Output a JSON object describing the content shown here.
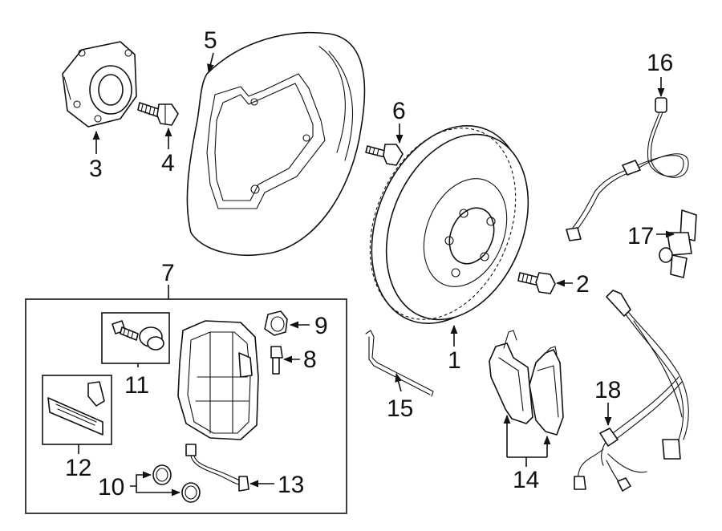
{
  "callouts": {
    "p1": "1",
    "p2": "2",
    "p3": "3",
    "p4": "4",
    "p5": "5",
    "p6": "6",
    "p7": "7",
    "p8": "8",
    "p9": "9",
    "p10": "10",
    "p11": "11",
    "p12": "12",
    "p13": "13",
    "p14": "14",
    "p15": "15",
    "p16": "16",
    "p17": "17",
    "p18": "18"
  },
  "colors": {
    "line": "#111111",
    "background": "#ffffff"
  }
}
